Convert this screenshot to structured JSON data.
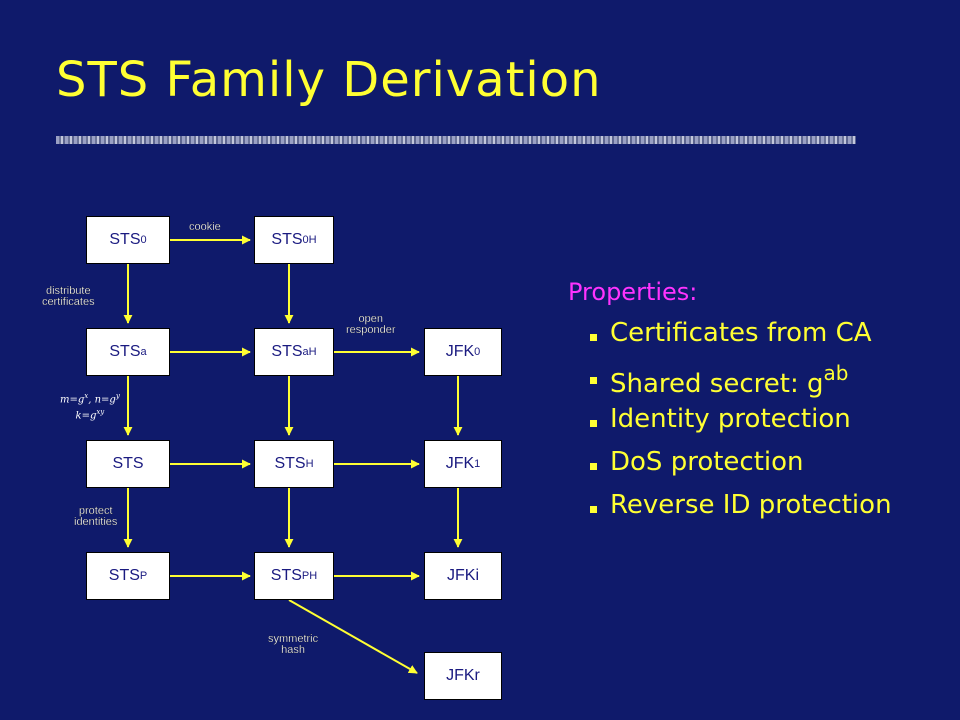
{
  "slide": {
    "title": "STS Family Derivation"
  },
  "diagram": {
    "nodes": {
      "sts0": {
        "base": "STS",
        "sub": "0"
      },
      "sts0h": {
        "base": "STS",
        "sub": "0H"
      },
      "stsa": {
        "base": "STS",
        "sub": "a"
      },
      "stsah": {
        "base": "STS",
        "sub": "aH"
      },
      "jfk0": {
        "base": "JFK",
        "sub": "0"
      },
      "sts": {
        "base": "STS",
        "sub": ""
      },
      "stsh": {
        "base": "STS",
        "sub": "H"
      },
      "jfk1": {
        "base": "JFK",
        "sub": "1"
      },
      "stsp": {
        "base": "STS",
        "sub": "P"
      },
      "stsph": {
        "base": "STS",
        "sub": "PH"
      },
      "jfki": {
        "base": "JFKi",
        "sub": ""
      },
      "jfkr": {
        "base": "JFKr",
        "sub": ""
      }
    },
    "edge_labels": {
      "cookie": "cookie",
      "distribute_1": "distribute",
      "distribute_2": "certificates",
      "open_1": "open",
      "open_2": "responder",
      "protect_1": "protect",
      "protect_2": "identities",
      "symmetric_1": "symmetric",
      "symmetric_2": "hash"
    },
    "formula": {
      "m": "m=g",
      "m_exp": "x",
      "sep": ", ",
      "n": "n=g",
      "n_exp": "y",
      "k": "k=g",
      "k_exp": "xy"
    },
    "colors": {
      "arrow": "#ffff33",
      "box_fill": "#ffffff",
      "box_text": "#1a1a80"
    }
  },
  "properties": {
    "heading": "Properties:",
    "items": [
      {
        "text": "Certificates from CA"
      },
      {
        "text": "Shared secret: g",
        "sup": "ab"
      },
      {
        "text": "Identity protection"
      },
      {
        "text": "DoS protection"
      },
      {
        "text": "Reverse ID protection"
      }
    ]
  },
  "colors": {
    "background": "#0f1a6b",
    "title": "#ffff33",
    "heading": "#ff33ff",
    "bullets": "#ffff33"
  }
}
